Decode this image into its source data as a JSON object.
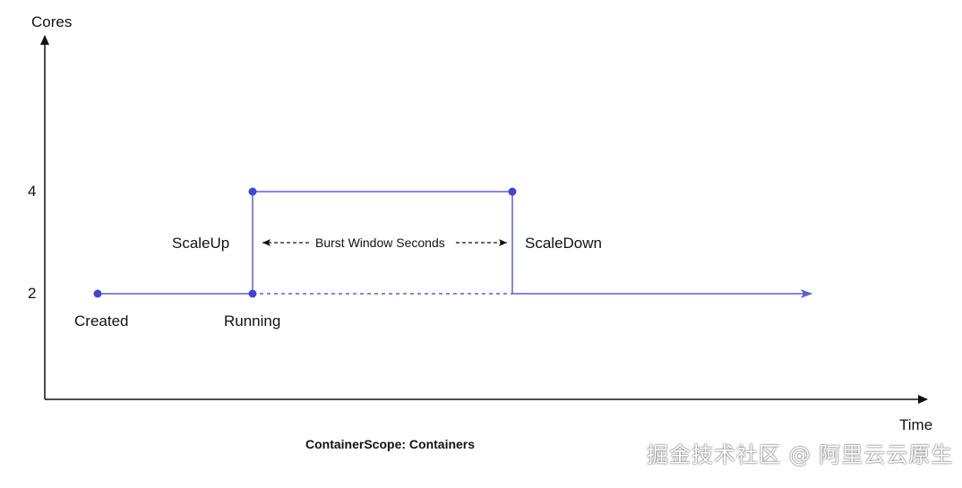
{
  "axes": {
    "y_label": "Cores",
    "x_label": "Time",
    "y_ticks": [
      "4",
      "2"
    ]
  },
  "states": {
    "created": "Created",
    "running": "Running",
    "scale_up": "ScaleUp",
    "scale_down": "ScaleDown"
  },
  "burst_window_label": "Burst Window Seconds",
  "caption": "ContainerScope: Containers",
  "watermark": "掘金技术社区 @ 阿里云云原生",
  "colors": {
    "line": "#5a5fd6",
    "point": "#3f45d8",
    "axis": "#111111"
  }
}
